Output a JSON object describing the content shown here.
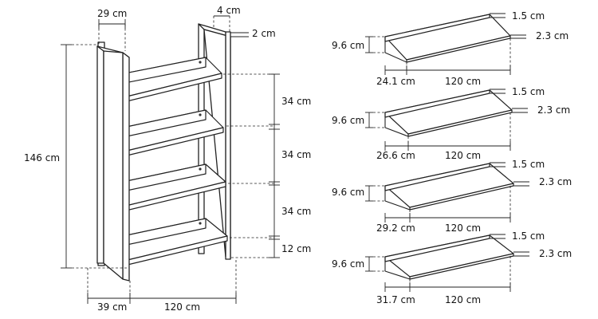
{
  "bookcase": {
    "depth_top": "29 cm",
    "tube_width": "4 cm",
    "tube_thickness": "2 cm",
    "height": "146 cm",
    "gap1": "34 cm",
    "gap2": "34 cm",
    "gap3": "34 cm",
    "bottom_clearance": "12 cm",
    "foot_depth": "39 cm",
    "width": "120 cm"
  },
  "shelves": [
    {
      "height": "9.6 cm",
      "lip": "1.5 cm",
      "edge": "2.3 cm",
      "depth": "24.1 cm",
      "width": "120 cm"
    },
    {
      "height": "9.6 cm",
      "lip": "1.5 cm",
      "edge": "2.3 cm",
      "depth": "26.6 cm",
      "width": "120 cm"
    },
    {
      "height": "9.6 cm",
      "lip": "1.5 cm",
      "edge": "2.3 cm",
      "depth": "29.2 cm",
      "width": "120 cm"
    },
    {
      "height": "9.6 cm",
      "lip": "1.5 cm",
      "edge": "2.3 cm",
      "depth": "31.7 cm",
      "width": "120 cm"
    }
  ]
}
